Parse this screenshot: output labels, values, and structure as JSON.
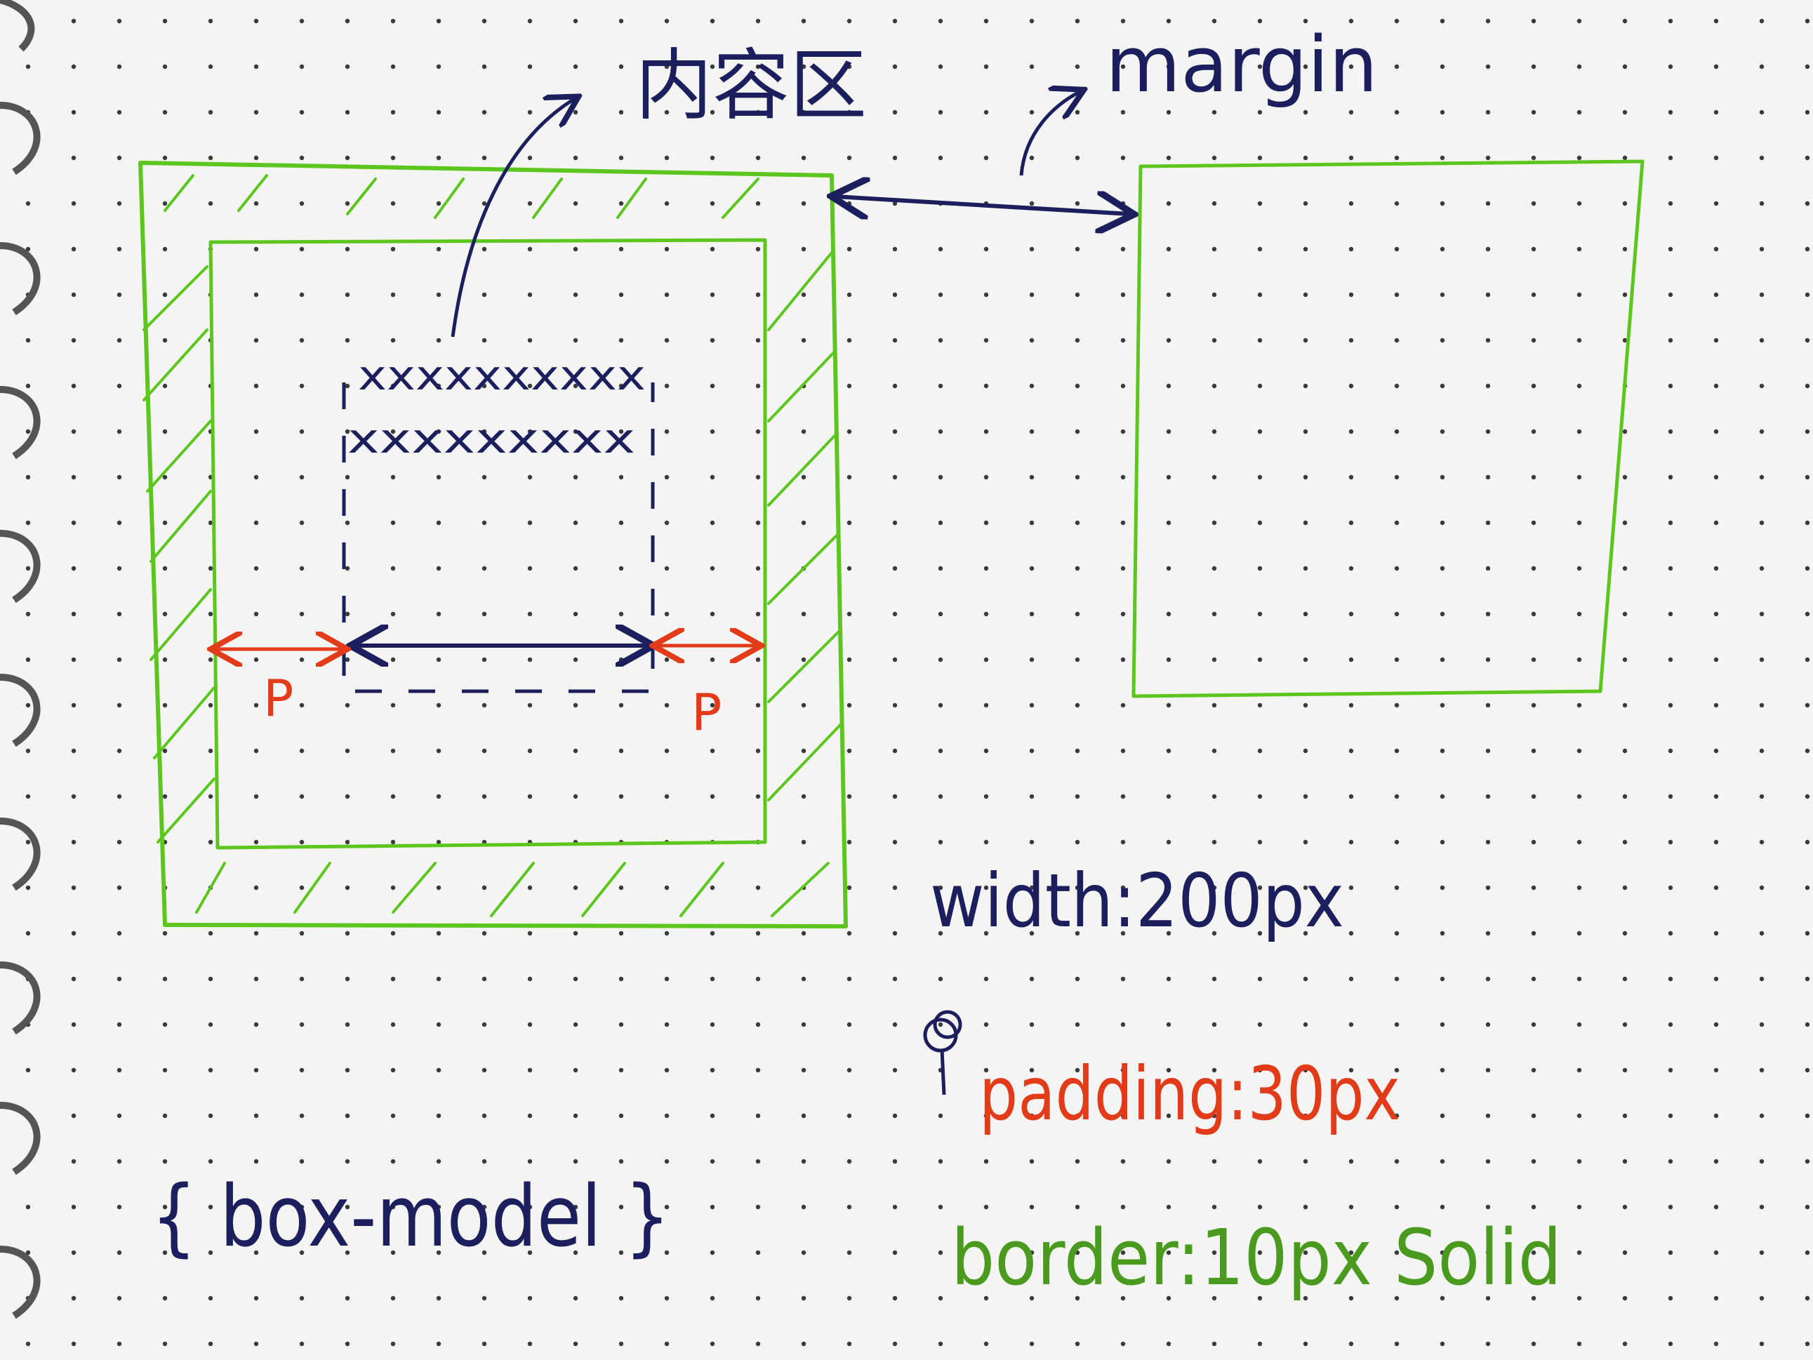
{
  "diagram": {
    "content_label": "内容区",
    "margin_label": "margin",
    "content_text_line1": "xxxxxxxxxx",
    "content_text_line2": "xxxxxxxxx",
    "padding_left_label": "P",
    "padding_right_label": "P",
    "width_note": "width:200px",
    "padding_note": "padding:30px",
    "border_note": "border:10px Solid",
    "title": "{ box-model }"
  },
  "colors": {
    "paper": "#f4f4f2",
    "dot": "#3a3a3a",
    "border_green": "#5cc61f",
    "ink_navy": "#1c1f5e",
    "ink_red": "#e23b1a",
    "ink_green": "#4a9a1f"
  }
}
